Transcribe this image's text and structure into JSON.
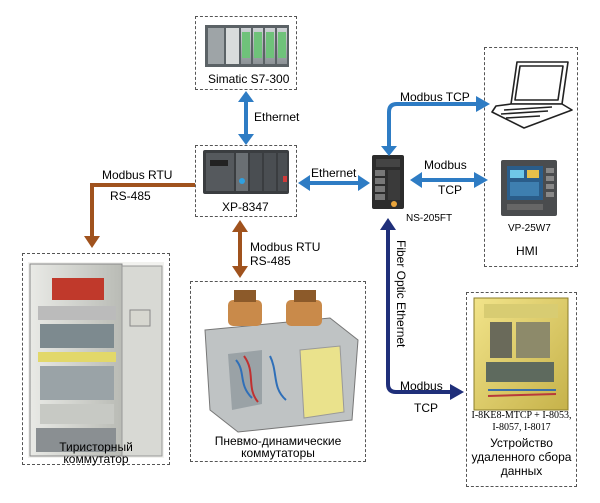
{
  "nodes": {
    "simatic": {
      "label": "Simatic S7-300"
    },
    "xp8347": {
      "label": "XP-8347"
    },
    "ns205ft": {
      "label": "NS-205FT"
    },
    "hmi_panel": {
      "label": "VP-25W7"
    },
    "hmi_group": {
      "label": "HMI"
    },
    "thyristor": {
      "label_line1": "Тиристорный",
      "label_line2": "коммутатор"
    },
    "pneumo": {
      "label_line1": "Пневмо-динамические",
      "label_line2": "коммутаторы"
    },
    "remote_io": {
      "modules_line1": "I-8KE8-MTCP + I-8053,",
      "modules_line2": "I-8057, I-8017",
      "label_line1": "Устройство",
      "label_line2": "удаленного сбора",
      "label_line3": "данных"
    }
  },
  "links": {
    "simatic_xp": {
      "label": "Ethernet"
    },
    "xp_ns": {
      "label": "Ethernet"
    },
    "xp_thyristor": {
      "label_line1": "Modbus RTU",
      "label_line2": "RS-485"
    },
    "xp_pneumo": {
      "label_line1": "Modbus RTU",
      "label_line2": "RS-485"
    },
    "ns_laptop": {
      "label": "Modbus TCP"
    },
    "ns_hmi": {
      "label_line1": "Modbus",
      "label_line2": "TCP"
    },
    "ns_remote_fiber": {
      "label": "Fiber Optic Ethernet"
    },
    "ns_remote": {
      "label_line1": "Modbus",
      "label_line2": "TCP"
    }
  },
  "colors": {
    "ethernet": "#2e7cc4",
    "rs485": "#a0521d",
    "fiber": "#1f2f7a"
  }
}
